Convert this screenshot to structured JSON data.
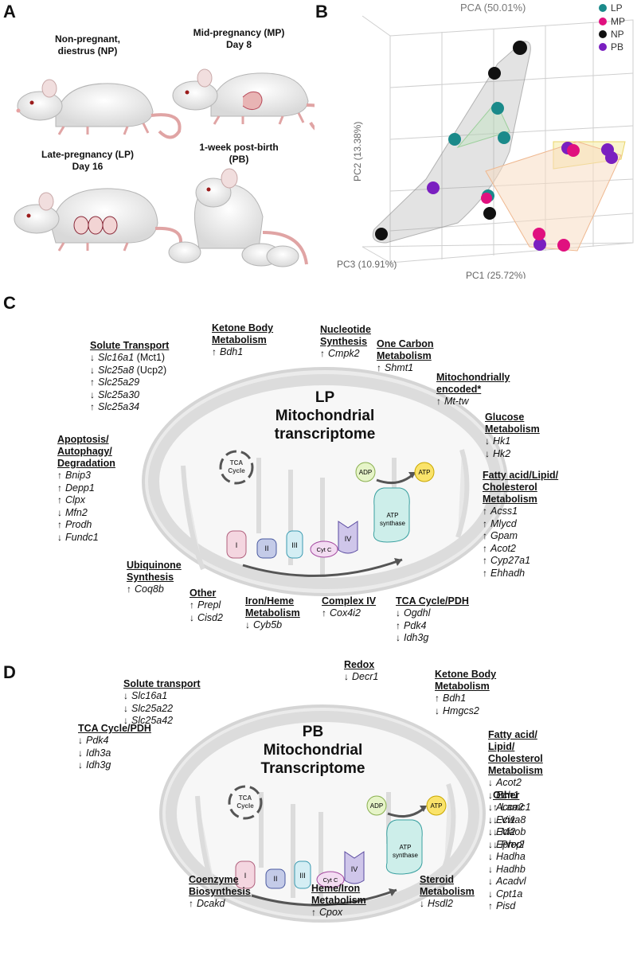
{
  "panels": {
    "A": "A",
    "B": "B",
    "C": "C",
    "D": "D"
  },
  "panelA": {
    "np": [
      "Non-pregnant,",
      "diestrus (NP)"
    ],
    "mp": [
      "Mid-pregnancy (MP)",
      "Day 8"
    ],
    "lp": [
      "Late-pregnancy (LP)",
      "Day 16"
    ],
    "pb": [
      "1-week post-birth",
      "(PB)"
    ]
  },
  "panelB": {
    "title": "PCA (50.01%)",
    "pc1": "PC1 (25.72%)",
    "pc2": "PC2 (13.38%)",
    "pc3": "PC3 (10.91%)",
    "legend": [
      {
        "label": "LP",
        "color": "#1a8a8a"
      },
      {
        "label": "MP",
        "color": "#e0107f"
      },
      {
        "label": "NP",
        "color": "#111111"
      },
      {
        "label": "PB",
        "color": "#7a1fc0"
      }
    ]
  },
  "panelC": {
    "title": [
      "LP",
      "Mitochondrial",
      "transcriptome"
    ],
    "tca": [
      "TCA",
      "Cycle"
    ],
    "adp": "ADP",
    "atp": "ATP",
    "synthase": [
      "ATP",
      "synthase"
    ],
    "complexes": {
      "c1": "I",
      "c2": "II",
      "c3": "III",
      "cytc": "Cyt C",
      "c4": "IV"
    },
    "groups": [
      {
        "title": [
          "Solute Transport"
        ],
        "genes": [
          {
            "d": "↓",
            "g": "Slc16a1",
            "n": " (Mct1)"
          },
          {
            "d": "↓",
            "g": "Slc25a8",
            "n": " (Ucp2)"
          },
          {
            "d": "↑",
            "g": "Slc25a29"
          },
          {
            "d": "↓",
            "g": "Slc25a30"
          },
          {
            "d": "↑",
            "g": "Slc25a34"
          }
        ]
      },
      {
        "title": [
          "Ketone Body",
          "Metabolism"
        ],
        "genes": [
          {
            "d": "↑",
            "g": "Bdh1"
          }
        ]
      },
      {
        "title": [
          "Nucleotide",
          "Synthesis"
        ],
        "genes": [
          {
            "d": "↑",
            "g": "Cmpk2"
          }
        ]
      },
      {
        "title": [
          "One Carbon",
          "Metabolism"
        ],
        "genes": [
          {
            "d": "↑",
            "g": "Shmt1"
          }
        ]
      },
      {
        "title": [
          "Mitochondrially",
          "encoded*"
        ],
        "genes": [
          {
            "d": "↑",
            "g": "Mt-tw"
          }
        ]
      },
      {
        "title": [
          "Glucose",
          "Metabolism"
        ],
        "genes": [
          {
            "d": "↓",
            "g": "Hk1"
          },
          {
            "d": "↓",
            "g": "Hk2"
          }
        ]
      },
      {
        "title": [
          "Apoptosis/",
          "Autophagy/",
          "Degradation"
        ],
        "genes": [
          {
            "d": "↑",
            "g": "Bnip3"
          },
          {
            "d": "↑",
            "g": "Depp1"
          },
          {
            "d": "↑",
            "g": "Clpx"
          },
          {
            "d": "↓",
            "g": "Mfn2"
          },
          {
            "d": "↑",
            "g": "Prodh"
          },
          {
            "d": "↓",
            "g": "Fundc1"
          }
        ]
      },
      {
        "title": [
          "Fatty acid/Lipid/",
          "Cholesterol",
          "Metabolism"
        ],
        "genes": [
          {
            "d": "↑",
            "g": "Acss1"
          },
          {
            "d": "↑",
            "g": "Mlycd"
          },
          {
            "d": "↑",
            "g": "Gpam"
          },
          {
            "d": "↑",
            "g": "Acot2"
          },
          {
            "d": "↑",
            "g": "Cyp27a1"
          },
          {
            "d": "↑",
            "g": "Ehhadh"
          }
        ]
      },
      {
        "title": [
          "Ubiquinone",
          "Synthesis"
        ],
        "genes": [
          {
            "d": "↑",
            "g": "Coq8b"
          }
        ]
      },
      {
        "title": [
          "Other"
        ],
        "genes": [
          {
            "d": "↑",
            "g": "Prepl"
          },
          {
            "d": "↓",
            "g": "Cisd2"
          }
        ]
      },
      {
        "title": [
          "Iron/Heme",
          "Metabolism"
        ],
        "genes": [
          {
            "d": "↓",
            "g": "Cyb5b"
          }
        ]
      },
      {
        "title": [
          "Complex IV"
        ],
        "genes": [
          {
            "d": "↑",
            "g": "Cox4i2"
          }
        ]
      },
      {
        "title": [
          "TCA Cycle/PDH"
        ],
        "genes": [
          {
            "d": "↓",
            "g": "Ogdhl"
          },
          {
            "d": "↑",
            "g": "Pdk4"
          },
          {
            "d": "↓",
            "g": "Idh3g"
          }
        ]
      }
    ]
  },
  "panelD": {
    "title": [
      "PB",
      "Mitochondrial",
      "Transcriptome"
    ],
    "tca": [
      "TCA",
      "Cycle"
    ],
    "adp": "ADP",
    "atp": "ATP",
    "synthase": [
      "ATP",
      "synthase"
    ],
    "complexes": {
      "c1": "I",
      "c2": "II",
      "c3": "III",
      "cytc": "Cyt C",
      "c4": "IV"
    },
    "groups": [
      {
        "title": [
          "Solute transport"
        ],
        "genes": [
          {
            "d": "↓",
            "g": "Slc16a1"
          },
          {
            "d": "↓",
            "g": "Slc25a22"
          },
          {
            "d": "↓",
            "g": "Slc25a42"
          }
        ]
      },
      {
        "title": [
          "Redox"
        ],
        "genes": [
          {
            "d": "↓",
            "g": "Decr1"
          }
        ]
      },
      {
        "title": [
          "Ketone Body",
          "Metabolism"
        ],
        "genes": [
          {
            "d": "↑",
            "g": "Bdh1"
          },
          {
            "d": "↓",
            "g": "Hmgcs2"
          }
        ]
      },
      {
        "title": [
          "Fatty acid/",
          "Lipid/",
          "Cholesterol",
          "Metabolism"
        ],
        "genes": [
          {
            "d": "↓",
            "g": "Acot2"
          },
          {
            "d": "↓",
            "g": "Ech1"
          },
          {
            "d": "↓",
            "g": "Acca2"
          },
          {
            "d": "↓",
            "g": "Eci1"
          },
          {
            "d": "↓",
            "g": "Eci2"
          },
          {
            "d": "↓",
            "g": "Ephx2"
          },
          {
            "d": "↓",
            "g": "Hadha"
          },
          {
            "d": "↓",
            "g": "Hadhb"
          },
          {
            "d": "↓",
            "g": "Acadvl"
          },
          {
            "d": "↓",
            "g": "Cpt1a"
          },
          {
            "d": "↑",
            "g": "Pisd"
          }
        ]
      },
      {
        "title": [
          "TCA Cycle/PDH"
        ],
        "genes": [
          {
            "d": "↓",
            "g": "Pdk4"
          },
          {
            "d": "↓",
            "g": "Idh3a"
          },
          {
            "d": "↓",
            "g": "Idh3g"
          }
        ]
      },
      {
        "title": [
          "Other"
        ],
        "genes": [
          {
            "d": "↑",
            "g": "Lamc1"
          },
          {
            "d": "↓",
            "g": "Vwa8"
          },
          {
            "d": "↓",
            "g": "Maob"
          },
          {
            "d": "↓",
            "g": "Prepl"
          }
        ]
      },
      {
        "title": [
          "Coenzyme",
          "Biosynthesis"
        ],
        "genes": [
          {
            "d": "↑",
            "g": "Dcakd"
          }
        ]
      },
      {
        "title": [
          "Heme/Iron",
          "Metabolism"
        ],
        "genes": [
          {
            "d": "↑",
            "g": "Cpox"
          }
        ]
      },
      {
        "title": [
          "Steroid",
          "Metabolism"
        ],
        "genes": [
          {
            "d": "↓",
            "g": "Hsdl2"
          }
        ]
      }
    ]
  }
}
